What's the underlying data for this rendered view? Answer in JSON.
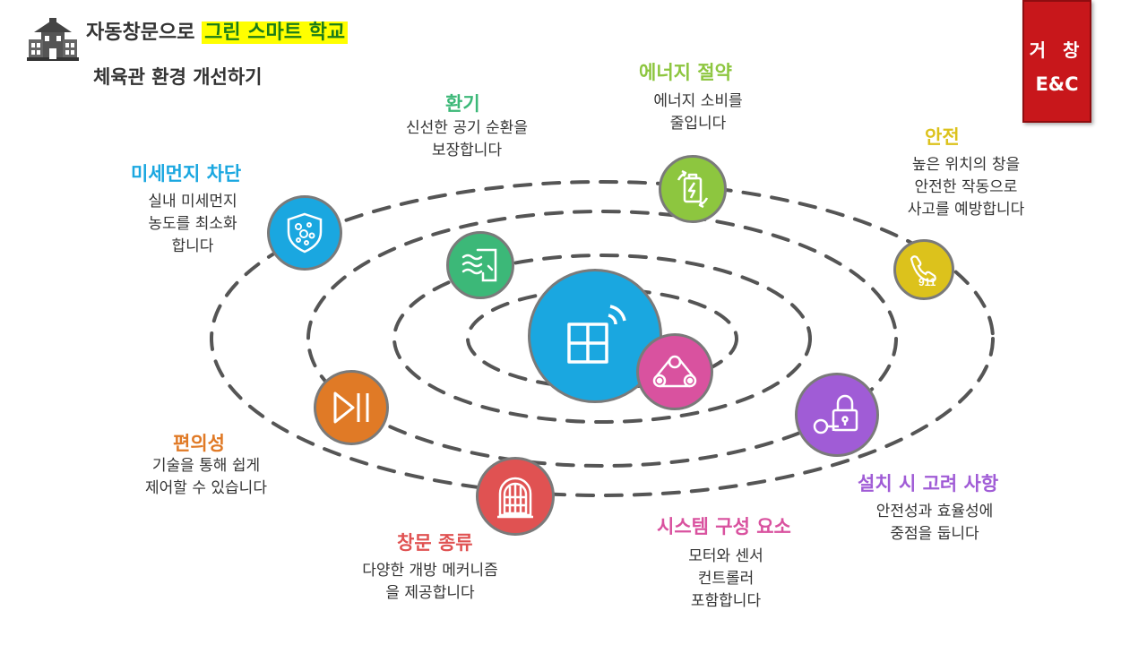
{
  "header": {
    "title_prefix": "자동창문으로",
    "title_highlight": "그린 스마트 학교",
    "subtitle": "체육관 환경 개선하기"
  },
  "brand": {
    "line1": "거 창",
    "line2": "E&C"
  },
  "icons": {
    "school": "school-building-icon",
    "center": "smart-window-icon",
    "motor": "pulley-belt-icon",
    "ventilation": "air-flow-icon",
    "energy": "battery-recycle-icon",
    "safety": "phone-911-icon",
    "dust": "dust-shield-icon",
    "convenience": "play-pause-icon",
    "window_types": "arched-window-icon",
    "installation": "lock-key-icon"
  },
  "colors": {
    "center": "#1aa7e0",
    "motor": "#d9529f",
    "ventilation": "#3cb878",
    "energy": "#8dc63f",
    "safety": "#dcc21c",
    "dust": "#1aa7e0",
    "convenience": "#e07a26",
    "window_types": "#e05252",
    "installation": "#a05cd6",
    "brand": "#c8171b",
    "highlight": "#ffff00"
  },
  "items": {
    "ventilation": {
      "title": "환기",
      "desc": "신선한 공기 순환을\n보장합니다"
    },
    "energy": {
      "title": "에너지 절약",
      "desc": "에너지 소비를\n줄입니다"
    },
    "safety": {
      "title": "안전",
      "desc": "높은 위치의 창을\n안전한 작동으로\n사고를 예방합니다"
    },
    "dust": {
      "title": "미세먼지 차단",
      "desc": "실내 미세먼지\n농도를 최소화\n합니다"
    },
    "convenience": {
      "title": "편의성",
      "desc": "기술을 통해 쉽게\n제어할 수 있습니다"
    },
    "window_types": {
      "title": "창문 종류",
      "desc": "다양한 개방 메커니즘\n을 제공합니다"
    },
    "system": {
      "title": "시스템 구성 요소",
      "desc": "모터와 센서\n컨트롤러\n포함합니다"
    },
    "installation": {
      "title": "설치 시 고려 사항",
      "desc": "안전성과 효율성에\n중점을 둡니다"
    }
  },
  "safety_icon_text": "911"
}
